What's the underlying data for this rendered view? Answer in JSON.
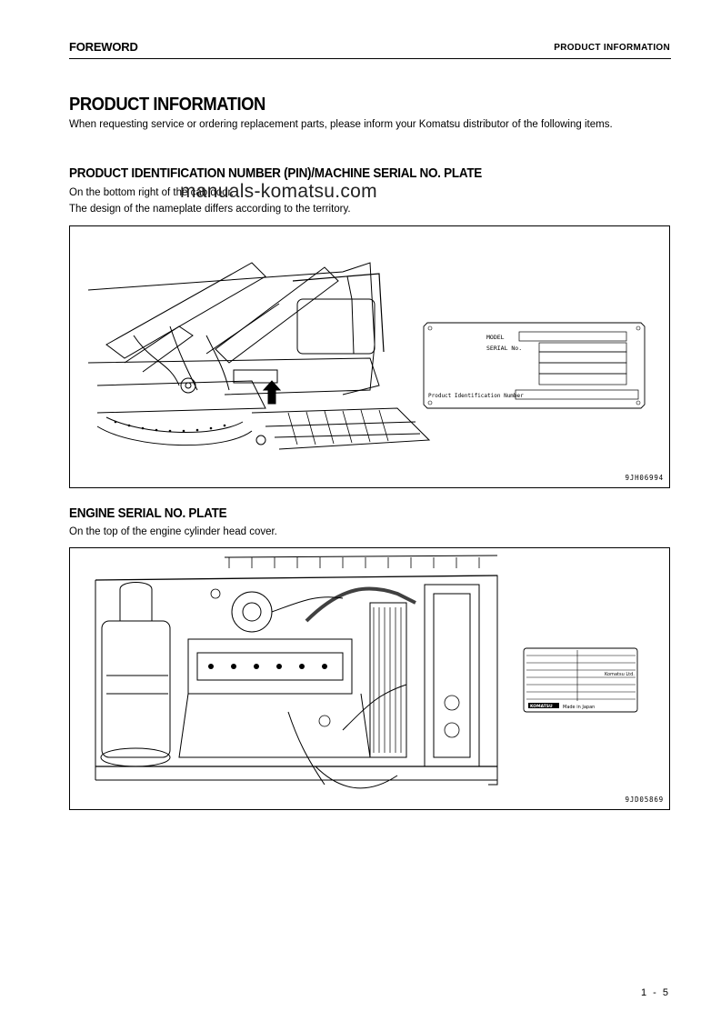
{
  "header": {
    "left": "FOREWORD",
    "right": "PRODUCT INFORMATION"
  },
  "page": {
    "title": "PRODUCT INFORMATION",
    "intro": "When requesting service or ordering replacement parts, please inform your Komatsu distributor of the following items.",
    "watermark": "manuals-komatsu.com",
    "page_number": "1 - 5"
  },
  "sections": [
    {
      "heading": "PRODUCT IDENTIFICATION NUMBER (PIN)/MACHINE SERIAL NO. PLATE",
      "lines": [
        "On the bottom right of the cab door.",
        "The design of the nameplate differs according to the territory."
      ],
      "figure_code": "9JH06994",
      "plate": {
        "model_label": "MODEL",
        "serial_label": "SERIAL No.",
        "pin_label": "Product Identification Number"
      }
    },
    {
      "heading": "ENGINE SERIAL NO. PLATE",
      "lines": [
        "On the top of the engine cylinder head cover."
      ],
      "figure_code": "9JD05869",
      "plate": {
        "company": "Komatsu Ltd.",
        "brand": "KOMATSU",
        "made_in": "Made in Japan"
      }
    }
  ]
}
